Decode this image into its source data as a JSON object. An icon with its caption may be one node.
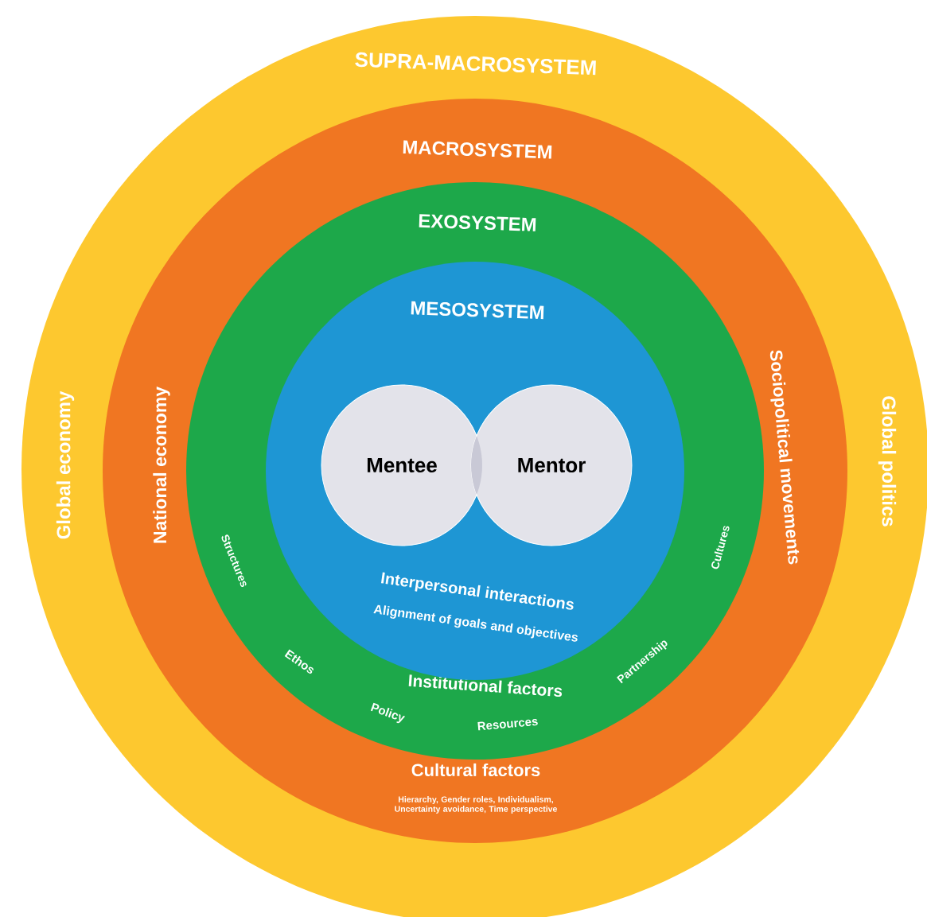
{
  "diagram": {
    "nodes": [
      {
        "text": [
          "SUPRA-MACROSYSTEM",
          "Global economy",
          "Global politics"
        ]
      },
      {
        "text": [
          "MACROSYSTEM",
          "National economy",
          "Sociopolitical movements",
          "Cultural factors",
          "Hierarchy, Gender roles, Individualism, Uncertainty avoidance, Time perspective"
        ],
        "in": 0
      },
      {
        "text": [
          "EXOSYSTEM",
          "Structures",
          "Ethos",
          "Institutional factors",
          "Policy",
          "Resources",
          "Partnership",
          "Cultures"
        ],
        "in": 1
      },
      {
        "text": [
          "MESOSYSTEM",
          "Interpersonal interactions",
          "Alignment of goals and objectives"
        ],
        "in": 2
      },
      {
        "text": [
          "Mentee"
        ],
        "in": 3
      },
      {
        "text": [
          "Mentor"
        ],
        "in": 3
      }
    ]
  }
}
